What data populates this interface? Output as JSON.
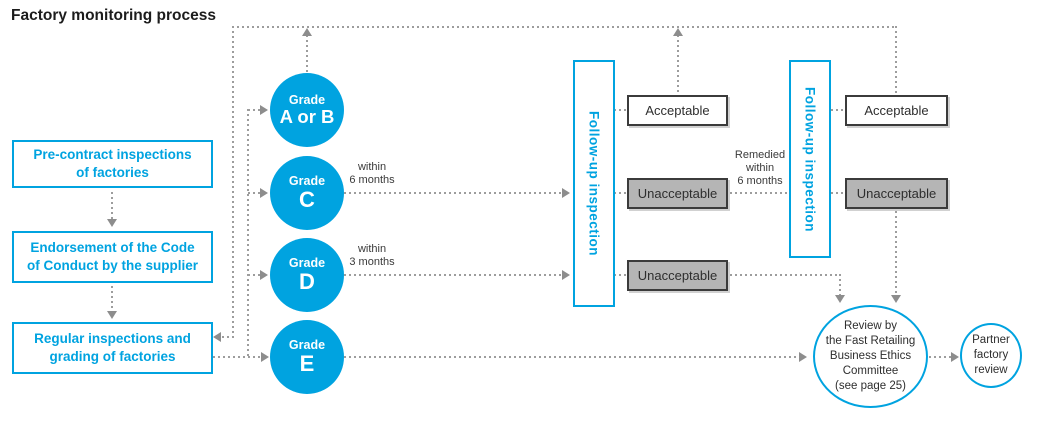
{
  "title": "Factory monitoring process",
  "colors": {
    "accent_cyan": "#00a3e0",
    "unacceptable_gray": "#b5b5b5",
    "box_border_dark": "#3b3b3b",
    "connector_gray": "#9d9d9d",
    "text_dark": "#2e2e2e"
  },
  "left_steps": [
    {
      "label": "Pre-contract inspections\nof factories"
    },
    {
      "label": "Endorsement of the Code\nof Conduct by the supplier"
    },
    {
      "label": "Regular inspections and\ngrading of factories"
    }
  ],
  "grades": [
    {
      "prefix": "Grade",
      "value": "A or B"
    },
    {
      "prefix": "Grade",
      "value": "C",
      "note": "within\n6 months"
    },
    {
      "prefix": "Grade",
      "value": "D",
      "note": "within\n3 months"
    },
    {
      "prefix": "Grade",
      "value": "E"
    }
  ],
  "followup1": {
    "label": "Follow-up inspection"
  },
  "followup2": {
    "label": "Follow-up inspection"
  },
  "results1": [
    {
      "label": "Acceptable"
    },
    {
      "label": "Unacceptable"
    },
    {
      "label": "Unacceptable"
    }
  ],
  "results2": [
    {
      "label": "Acceptable"
    },
    {
      "label": "Unacceptable"
    }
  ],
  "remedied_note": "Remedied\nwithin\n6 months",
  "review_circle": {
    "label": "Review by\nthe Fast Retailing\nBusiness Ethics\nCommittee\n(see page 25)"
  },
  "partner_circle": {
    "label": "Partner\nfactory\nreview"
  }
}
